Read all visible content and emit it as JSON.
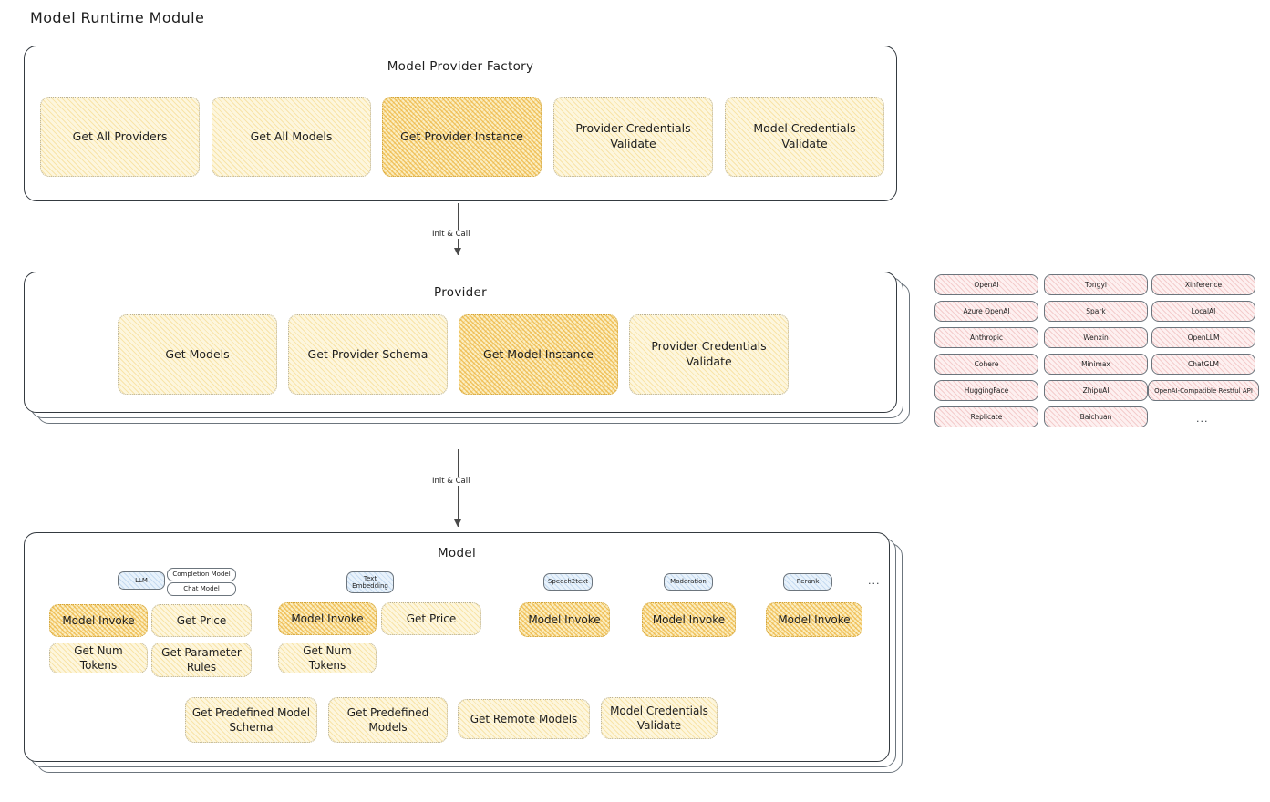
{
  "page": {
    "title": "Model Runtime Module"
  },
  "factory": {
    "title": "Model Provider Factory",
    "nodes": [
      {
        "label": "Get All Providers",
        "highlight": false
      },
      {
        "label": "Get All Models",
        "highlight": false
      },
      {
        "label": "Get Provider Instance",
        "highlight": true
      },
      {
        "label": "Provider Credentials Validate",
        "highlight": false
      },
      {
        "label": "Model Credentials Validate",
        "highlight": false
      }
    ]
  },
  "arrow_top": {
    "label": "Init & Call"
  },
  "provider": {
    "title": "Provider",
    "nodes": [
      {
        "label": "Get Models",
        "highlight": false
      },
      {
        "label": "Get Provider Schema",
        "highlight": false
      },
      {
        "label": "Get Model Instance",
        "highlight": true
      },
      {
        "label": "Provider Credentials Validate",
        "highlight": false
      }
    ]
  },
  "provider_tags": {
    "columns": [
      [
        "OpenAI",
        "Azure OpenAI",
        "Anthropic",
        "Cohere",
        "HuggingFace",
        "Replicate"
      ],
      [
        "Tongyi",
        "Spark",
        "Wenxin",
        "Minimax",
        "ZhipuAI",
        "Baichuan"
      ],
      [
        "Xinference",
        "LocalAI",
        "OpenLLM",
        "ChatGLM",
        "OpenAI-Compatible Restful API"
      ]
    ],
    "more": "..."
  },
  "arrow_bottom": {
    "label": "Init & Call"
  },
  "model": {
    "title": "Model",
    "more": "...",
    "types": [
      {
        "badge": "LLM",
        "badge_style": "blue",
        "sub_badges": [
          "Completion Model",
          "Chat Model"
        ],
        "ops": [
          {
            "label": "Model Invoke",
            "highlight": true
          },
          {
            "label": "Get Price",
            "highlight": false
          },
          {
            "label": "Get Num Tokens",
            "highlight": false
          },
          {
            "label": "Get Parameter Rules",
            "highlight": false
          }
        ]
      },
      {
        "badge": "Text Embedding",
        "badge_style": "blue",
        "sub_badges": [],
        "ops": [
          {
            "label": "Model Invoke",
            "highlight": true
          },
          {
            "label": "Get Price",
            "highlight": false
          },
          {
            "label": "Get Num Tokens",
            "highlight": false
          }
        ]
      },
      {
        "badge": "Speech2text",
        "badge_style": "blue",
        "sub_badges": [],
        "ops": [
          {
            "label": "Model Invoke",
            "highlight": true
          }
        ]
      },
      {
        "badge": "Moderation",
        "badge_style": "blue",
        "sub_badges": [],
        "ops": [
          {
            "label": "Model Invoke",
            "highlight": true
          }
        ]
      },
      {
        "badge": "Rerank",
        "badge_style": "blue",
        "sub_badges": [],
        "ops": [
          {
            "label": "Model Invoke",
            "highlight": true
          }
        ]
      }
    ],
    "common_ops": [
      {
        "label": "Get Predefined Model Schema"
      },
      {
        "label": "Get Predefined Models"
      },
      {
        "label": "Get Remote Models"
      },
      {
        "label": "Model Credentials Validate"
      }
    ]
  },
  "colors": {
    "stroke": "#343a40",
    "node_fill": "#fdf6dd",
    "node_highlight_fill": "#fbeec2",
    "tag_fill": "#fdf0f0",
    "badge_blue_fill": "#e8f2fb",
    "text": "#1e1e1e"
  }
}
